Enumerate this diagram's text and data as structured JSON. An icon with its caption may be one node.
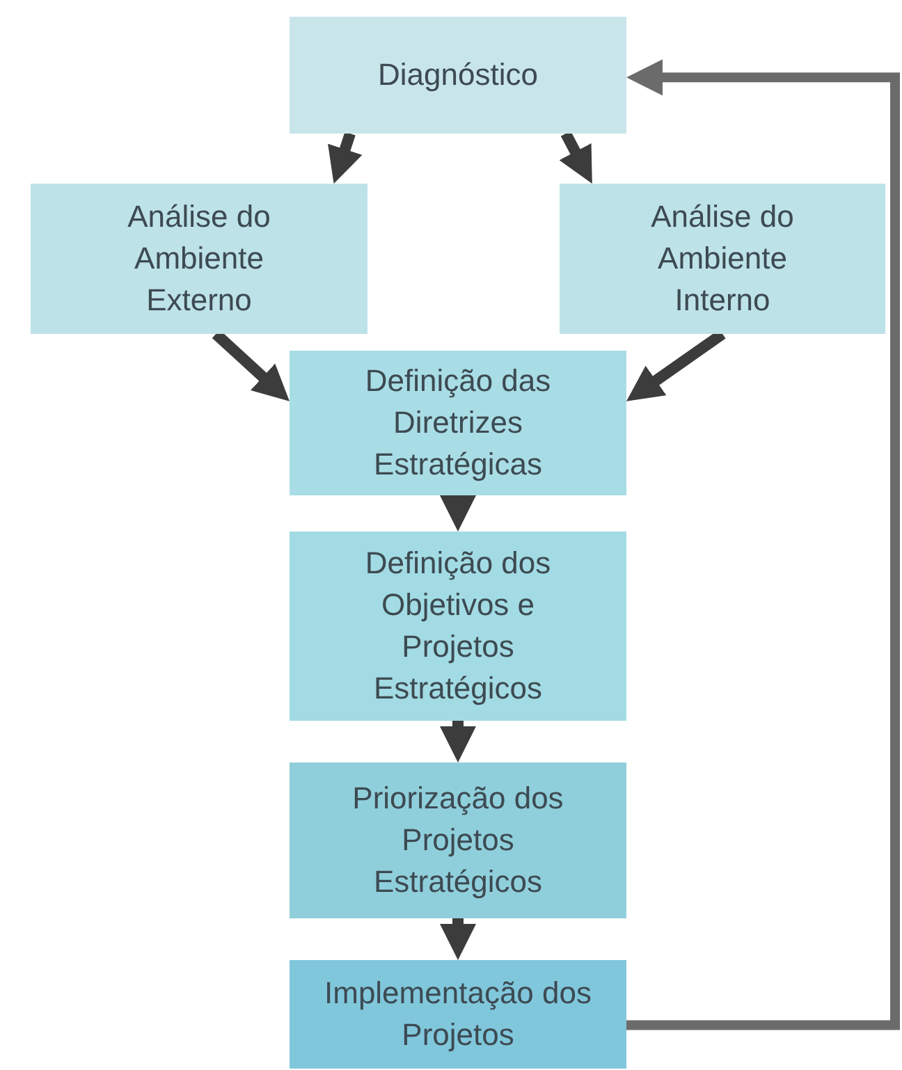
{
  "diagram": {
    "nodes": [
      {
        "text": [
          "Diagnóstico"
        ]
      },
      {
        "text": [
          "Análise do Ambiente Externo"
        ]
      },
      {
        "text": [
          "Análise do Ambiente Interno"
        ]
      },
      {
        "text": [
          "Definição das Diretrizes Estratégicas"
        ]
      },
      {
        "text": [
          "Definição dos Objetivos e Projetos Estratégicos"
        ]
      },
      {
        "text": [
          "Priorização dos Projetos Estratégicos"
        ]
      },
      {
        "text": [
          "Implementação dos Projetos"
        ]
      }
    ],
    "edges": [
      {
        "from": 0,
        "to": 1,
        "arrow": "to"
      },
      {
        "from": 0,
        "to": 2,
        "arrow": "to"
      },
      {
        "from": 1,
        "to": 3,
        "arrow": "to"
      },
      {
        "from": 2,
        "to": 3,
        "arrow": "to"
      },
      {
        "from": 3,
        "to": 4,
        "arrow": "to"
      },
      {
        "from": 4,
        "to": 5,
        "arrow": "to"
      },
      {
        "from": 5,
        "to": 6,
        "arrow": "to"
      },
      {
        "from": 6,
        "to": 0,
        "arrow": "to",
        "color": "#6b6b6b"
      }
    ]
  }
}
